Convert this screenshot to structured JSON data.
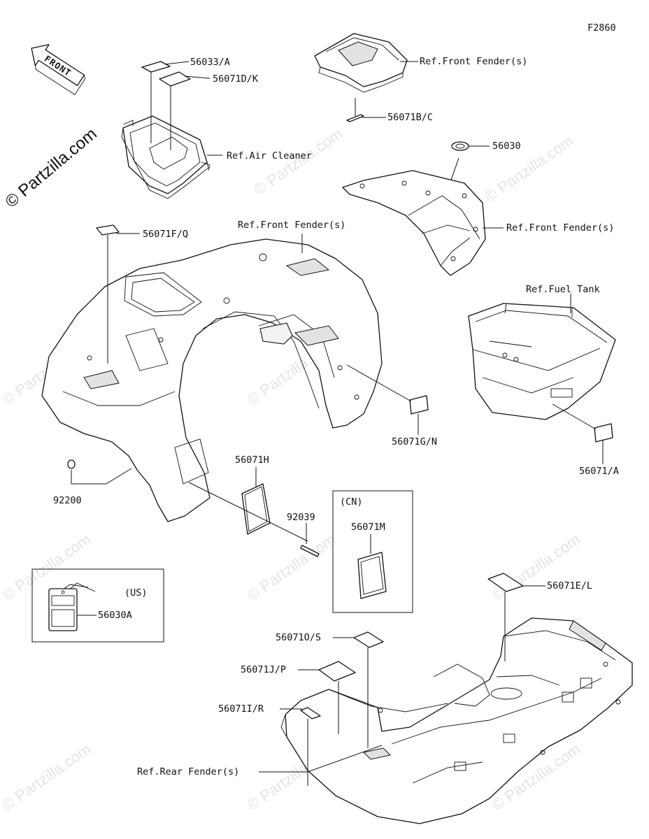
{
  "figure_code": "F2860",
  "front_arrow_text": "FRONT",
  "watermark_side": "© Partzilla.com",
  "watermark_tile": "© Partzilla.com",
  "labels": {
    "p56033A": "56033/A",
    "p56071DK": "56071D/K",
    "ref_air_cleaner": "Ref.Air Cleaner",
    "ref_front_fender_1": "Ref.Front Fender(s)",
    "p56071BC": "56071B/C",
    "p56030": "56030",
    "ref_front_fender_2": "Ref.Front Fender(s)",
    "p56071FQ": "56071F/Q",
    "ref_front_fender_3": "Ref.Front Fender(s)",
    "ref_fuel_tank": "Ref.Fuel Tank",
    "p56071GN": "56071G/N",
    "p56071A": "56071/A",
    "p92200": "92200",
    "p56071H": "56071H",
    "p92039": "92039",
    "cn": "(CN)",
    "p56071M": "56071M",
    "us": "(US)",
    "p56030A": "56030A",
    "p56071EL": "56071E/L",
    "p56071OS": "56071O/S",
    "p56071JP": "56071J/P",
    "p56071IR": "56071I/R",
    "ref_rear_fender": "Ref.Rear Fender(s)"
  }
}
